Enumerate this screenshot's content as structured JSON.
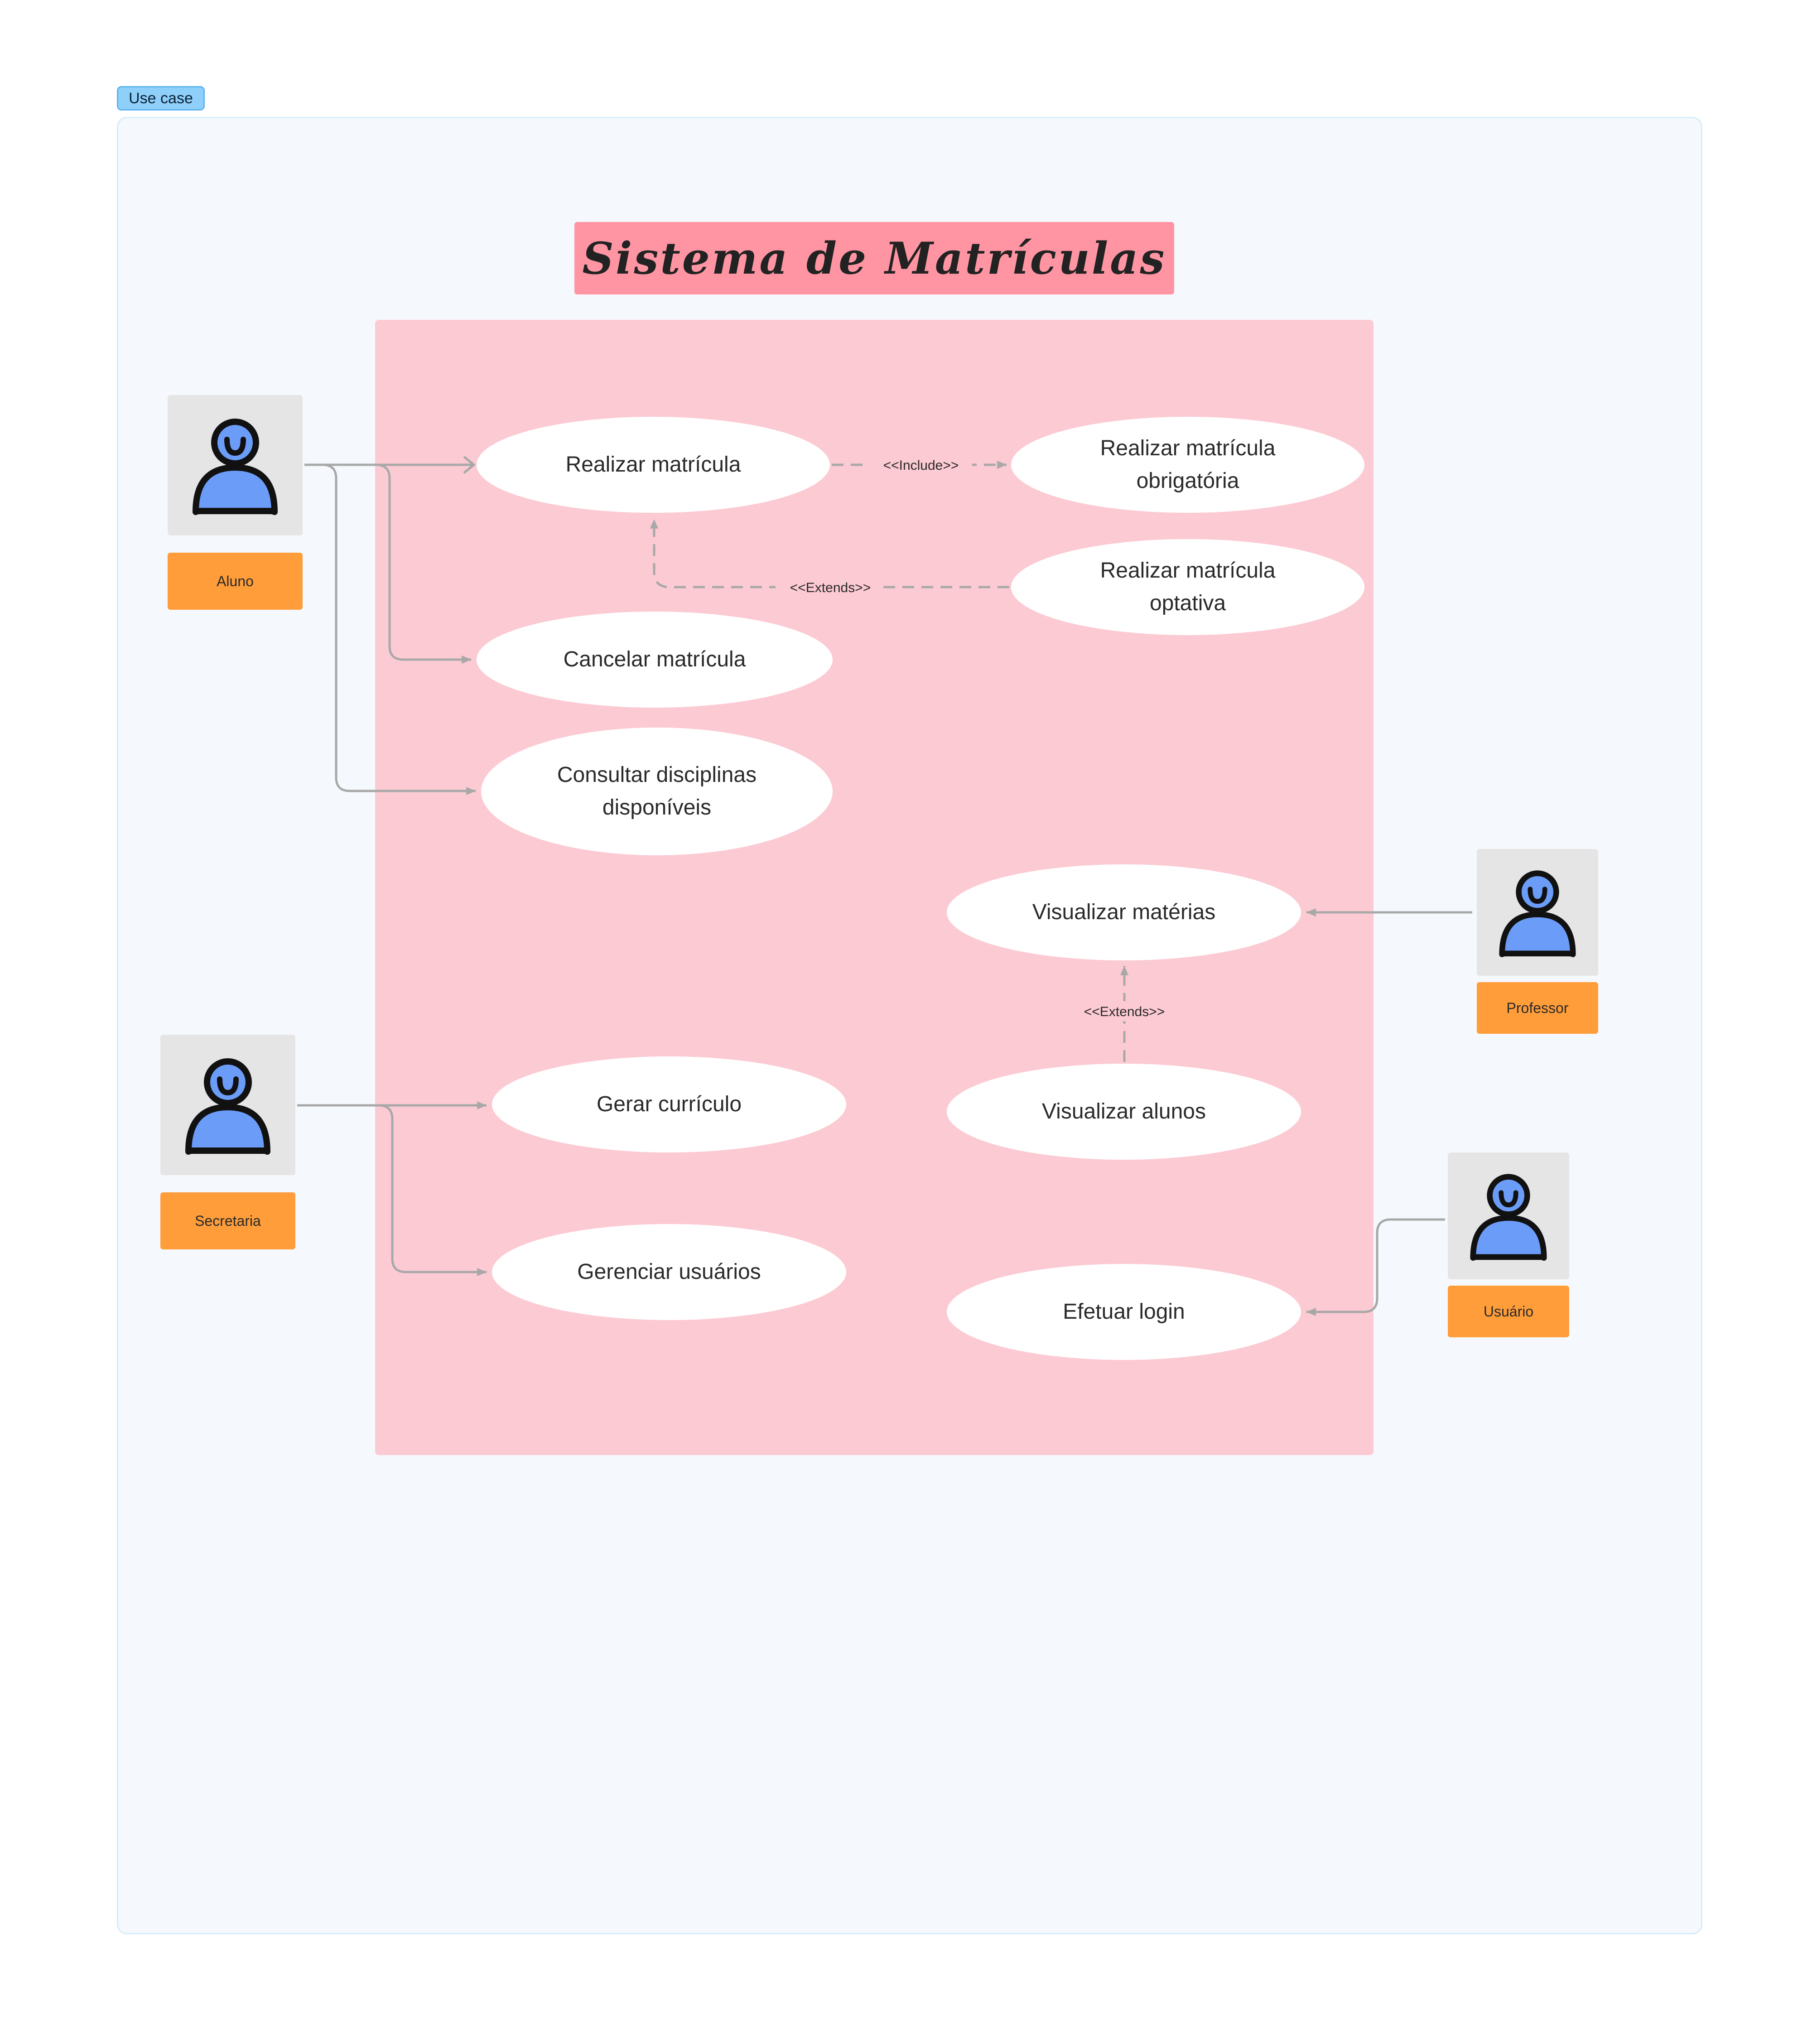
{
  "frame": {
    "tag_label": "Use case"
  },
  "diagram": {
    "title": "Sistema de Matrículas",
    "actors": {
      "aluno": "Aluno",
      "secretaria": "Secretaria",
      "professor": "Professor",
      "usuario": "Usuário"
    },
    "actor_icon": "person-icon",
    "use_cases": {
      "realizar_matricula": "Realizar matrícula",
      "realizar_matricula_obrigatoria": "Realizar matrícula obrigatória",
      "realizar_matricula_optativa": "Realizar matrícula optativa",
      "cancelar_matricula": "Cancelar matrícula",
      "consultar_disciplinas": "Consultar disciplinas disponíveis",
      "visualizar_materias": "Visualizar matérias",
      "visualizar_alunos": "Visualizar alunos",
      "gerar_curriculo": "Gerar currículo",
      "gerenciar_usuarios": "Gerenciar usuários",
      "efetuar_login": "Efetuar login"
    },
    "relations": {
      "include": "<<Include>>",
      "extends_optativa": "<<Extends>>",
      "extends_alunos": "<<Extends>>"
    },
    "colors": {
      "frame_bg": "#f5f9fd",
      "system_bg": "#fccad3",
      "title_bg": "#ff95a3",
      "actor_label_bg": "#ff9d3a",
      "actor_body": "#6b9cf7",
      "connector": "#a8a8a8"
    }
  }
}
